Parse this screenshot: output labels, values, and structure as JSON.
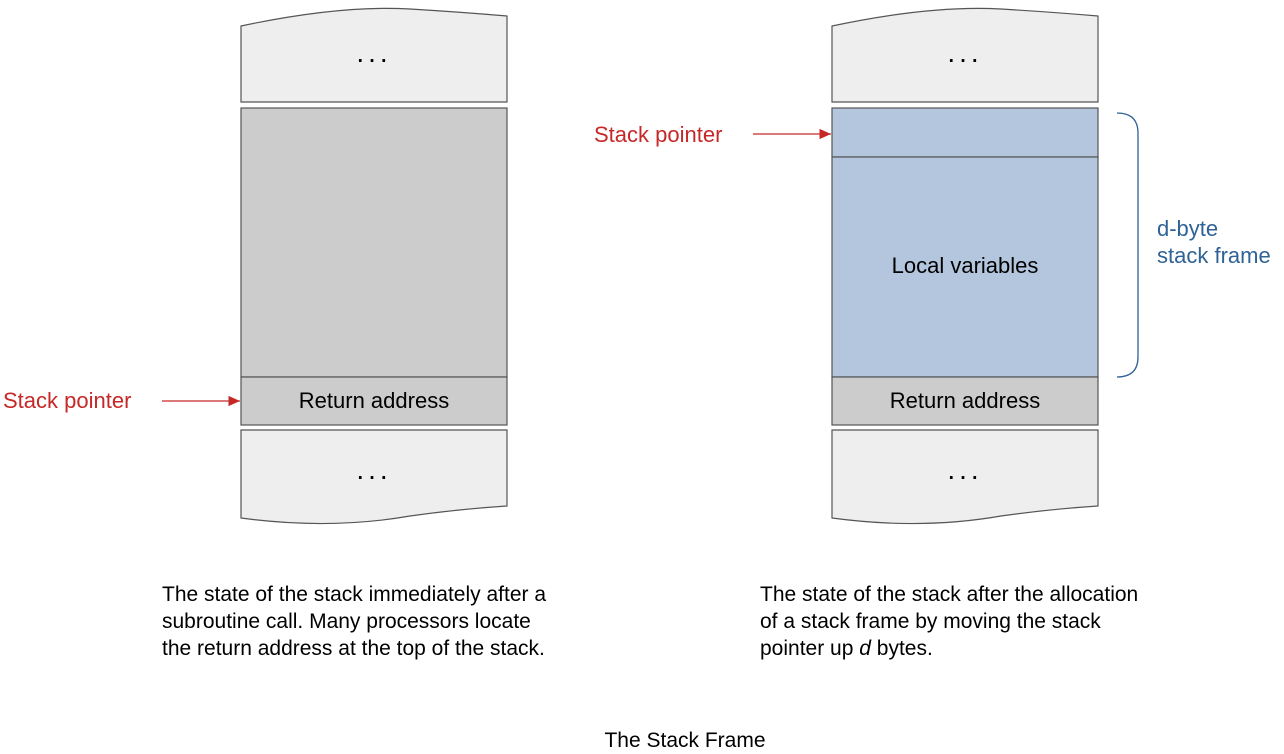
{
  "title": "The Stack Frame",
  "left": {
    "top_ellipsis": "...",
    "bottom_ellipsis": "...",
    "return_address": "Return address",
    "stack_pointer": "Stack pointer",
    "caption": [
      "The state of the stack immediately after a",
      "subroutine call. Many processors locate",
      "the return address at the top of the stack."
    ]
  },
  "right": {
    "top_ellipsis": "...",
    "bottom_ellipsis": "...",
    "local_variables": "Local variables",
    "return_address": "Return address",
    "stack_pointer": "Stack pointer",
    "brace_label": [
      "d-byte",
      "stack frame"
    ],
    "caption": [
      "The state of the stack after the allocation",
      "of a stack frame by moving the stack",
      "pointer up ",
      "d",
      " bytes."
    ]
  },
  "colors": {
    "cell_light": "#eeeeee",
    "cell_gray": "#cccccc",
    "cell_blue": "#b3c6dd",
    "pointer_red": "#c62828",
    "brace_blue": "#2f6296",
    "stroke": "#555555"
  }
}
